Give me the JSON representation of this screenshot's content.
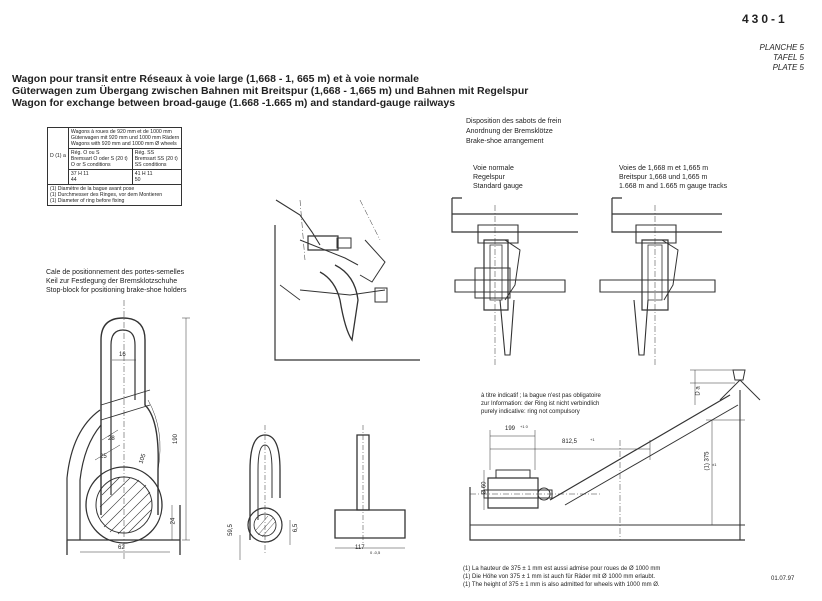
{
  "header": {
    "doc_number": "430-1",
    "plate_fr": "PLANCHE 5",
    "plate_de": "TAFEL 5",
    "plate_en": "PLATE 5"
  },
  "titles": {
    "fr": "Wagon pour transit entre Réseaux à voie large (1,668 - 1, 665 m) et à voie normale",
    "de": "Güterwagen zum Übergang zwischen Bahnen mit Breitspur (1,668 - 1,665 m) und Bahnen mit Regelspur",
    "en": "Wagon for exchange between broad-gauge (1.668 -1.665 m) and standard-gauge railways"
  },
  "spec_table": {
    "row_label": "D (1) a",
    "header_lines": [
      "Wagons à roues de 920 mm et de 1000 mm",
      "Güterwagen mit 920 mm und 1000 mm Rädern",
      "Wagons with 920 mm and 1000 mm Ø wheels"
    ],
    "left_lines": [
      "Rég. O ou S",
      "Bremsart O oder S (20 t)",
      "O or S conditions"
    ],
    "right_lines": [
      "Rég. SS",
      "Bremsart SS (20 t)",
      "SS conditions"
    ],
    "values_left": [
      "37 H 11",
      "44"
    ],
    "values_right": [
      "41 H 11",
      "50"
    ],
    "notes": [
      "(1) Diamètre de la bague avant pose",
      "(1) Durchmesser des Ringes, vor dem Montieren",
      "(1) Diameter of ring before fixing"
    ]
  },
  "stop_block": {
    "caption_fr": "Cale de positionnement des portes-semelles",
    "caption_de": "Keil zur Festlegung der Bremsklotzschuhe",
    "caption_en": "Stop-block for positioning brake-shoe holders",
    "dims": {
      "d16": "16",
      "d28": "28",
      "d25": "25",
      "d105": "105",
      "d190": "190",
      "d24": "24",
      "d62": "62",
      "d59": "59,5",
      "d65": "6,5",
      "d117": "117",
      "d117tol": "0 -0,5"
    }
  },
  "brake_shoe": {
    "caption_fr": "Disposition des sabots de frein",
    "caption_de": "Anordnung der Bremsklötze",
    "caption_en": "Brake-shoe arrangement",
    "std_fr": "Voie normale",
    "std_de": "Regelspur",
    "std_en": "Standard gauge",
    "broad_fr": "Voies de 1,668 m et 1,665 m",
    "broad_de": "Breitspur 1,668 und 1,665 m",
    "broad_en": "1.668 m and 1.665 m gauge tracks"
  },
  "indicative": {
    "fr": "à titre indicatif ; la bague n'est pas obligatoire",
    "de": "zur Information: der Ring ist nicht verbindlich",
    "en": "purely indicative: ring not compulsory",
    "dims": {
      "d199": "199",
      "d199tol": "+1 0",
      "d8125": "812,5",
      "d8125tol": "+1",
      "d60": "Ø 60",
      "d375": "(1) 375",
      "d375tol": "±1",
      "da": "D a"
    }
  },
  "footnotes": [
    "(1) La hauteur de 375 ± 1 mm est aussi admise pour roues de Ø 1000 mm",
    "(1) Die Höhe von 375 ± 1 mm ist auch für Räder mit Ø 1000 mm erlaubt.",
    "(1) The height of 375 ± 1 mm is also admitted for wheels with 1000 mm Ø."
  ],
  "date": "01.07.97"
}
